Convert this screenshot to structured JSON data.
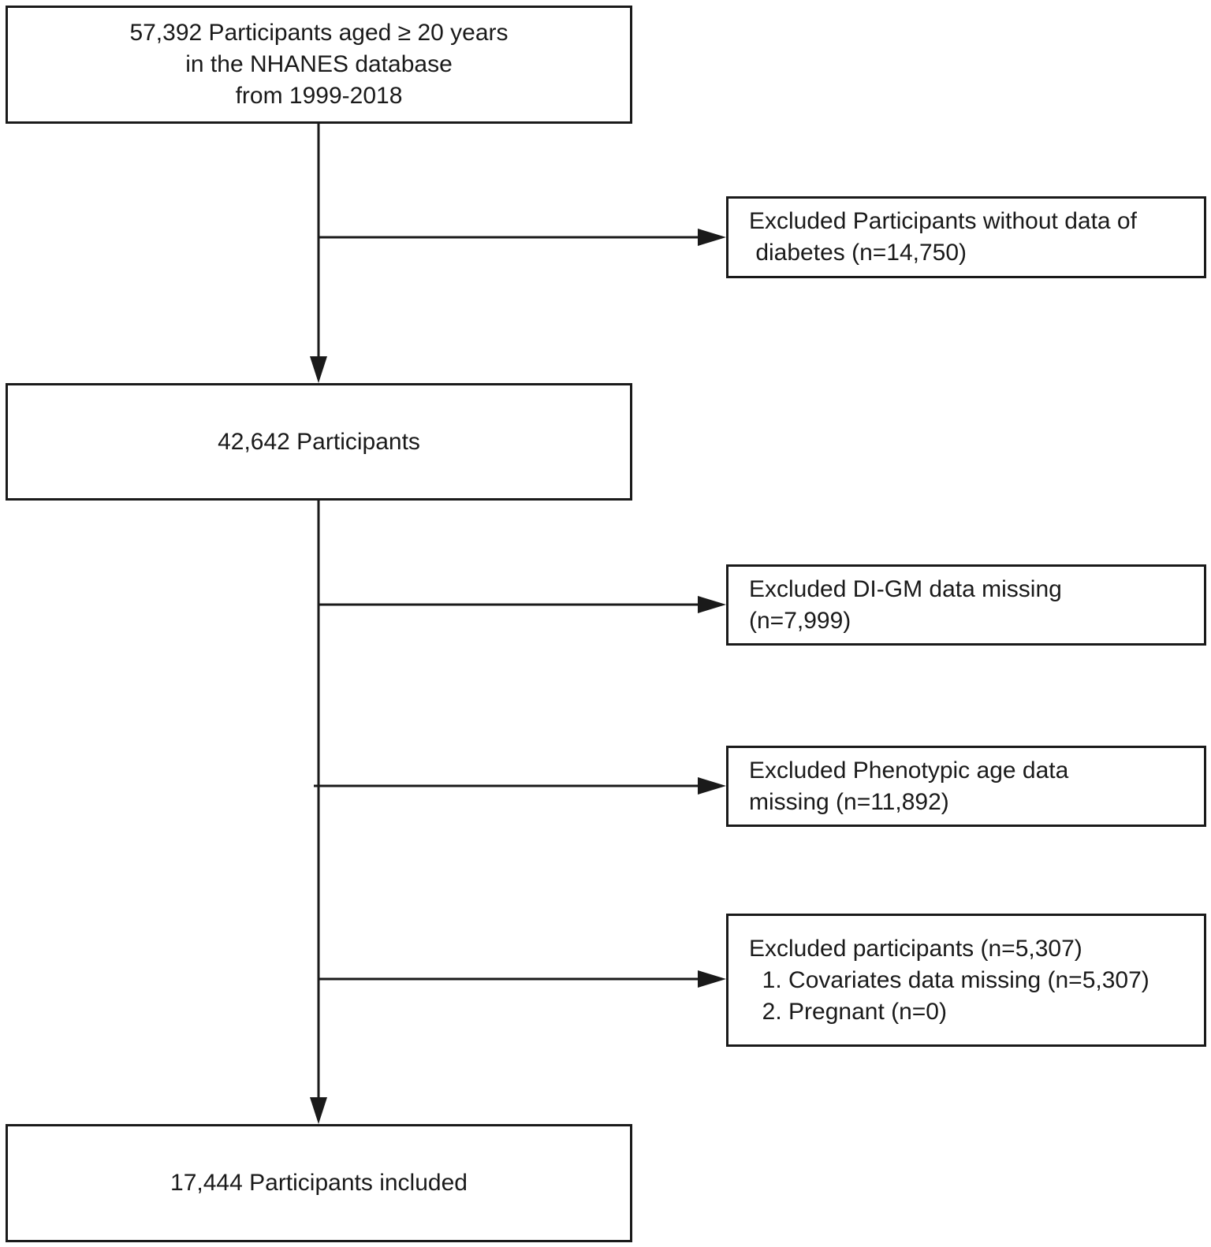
{
  "boxes": {
    "start": {
      "lines": [
        "57,392 Participants aged ≥ 20 years",
        "in the NHANES database",
        "from 1999-2018"
      ]
    },
    "exclusion_diabetes": {
      "lines": [
        "Excluded Participants without data of",
        " diabetes (n=14,750)"
      ]
    },
    "middle": {
      "lines": [
        "42,642 Participants"
      ]
    },
    "exclusion_digm": {
      "lines": [
        "Excluded DI-GM data missing",
        "(n=7,999)"
      ]
    },
    "exclusion_phenotypic": {
      "lines": [
        "Excluded Phenotypic age data",
        "missing (n=11,892)"
      ]
    },
    "exclusion_covariates": {
      "lines": [
        "Excluded participants (n=5,307)",
        "  1. Covariates data missing (n=5,307)",
        "  2. Pregnant (n=0)"
      ]
    },
    "final": {
      "lines": [
        "17,444 Participants included"
      ]
    }
  }
}
